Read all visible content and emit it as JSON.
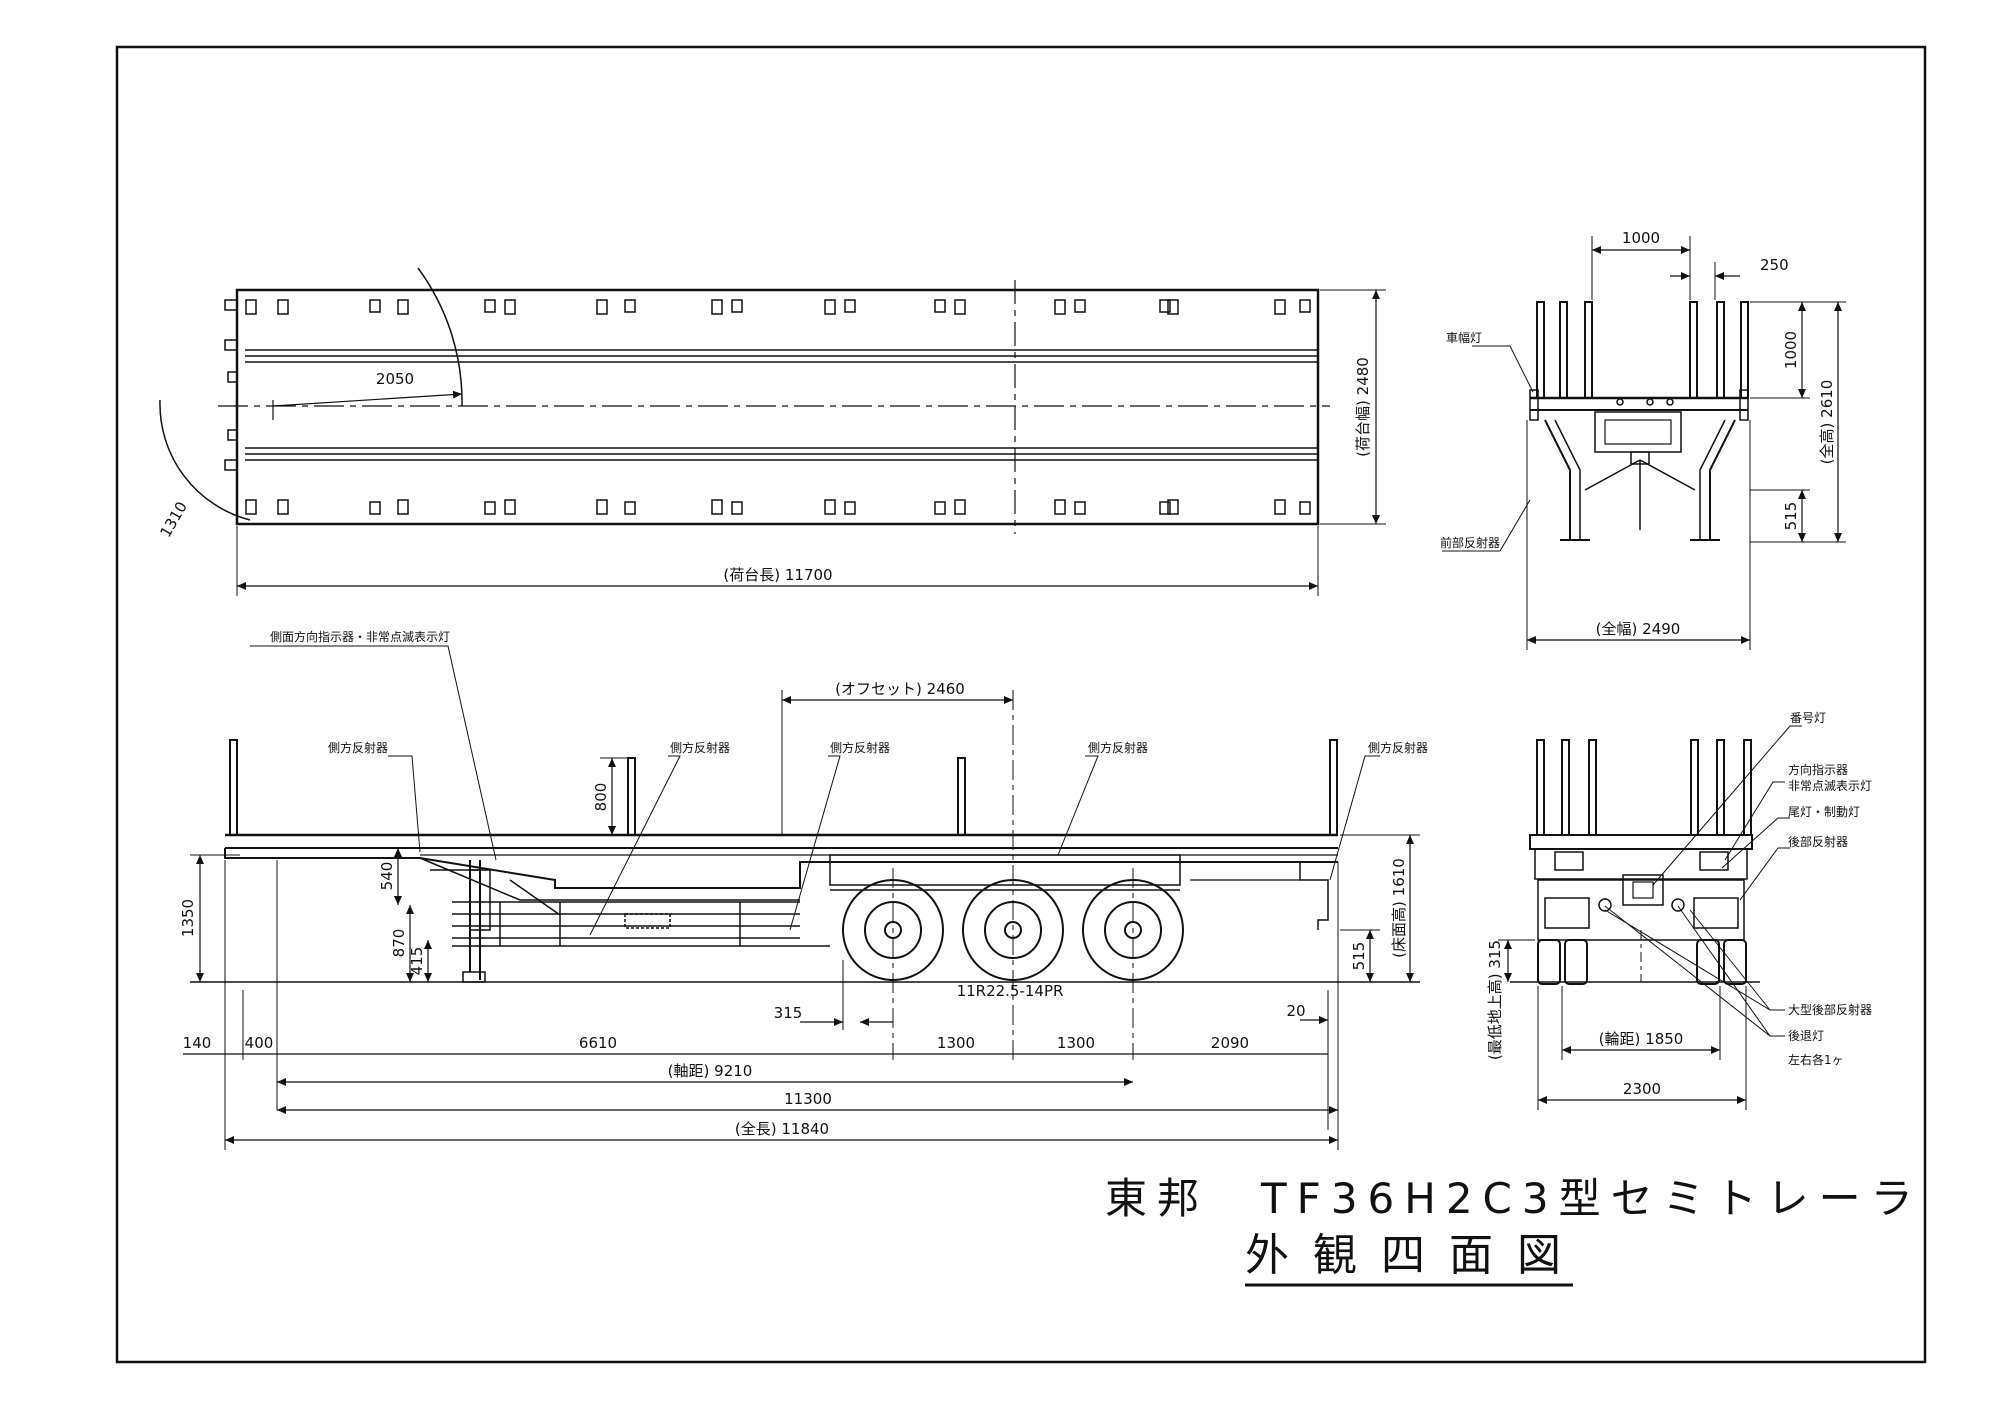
{
  "top_view": {
    "dim_2050": "2050",
    "dim_1310": "1310",
    "dim_width": "(荷台幅) 2480",
    "dim_length": "(荷台長) 11700"
  },
  "front_view": {
    "dim_1000_top": "1000",
    "dim_250": "250",
    "dim_1000_side": "1000",
    "dim_2610": "(全高) 2610",
    "dim_515": "515",
    "dim_2490": "(全幅) 2490",
    "label_width_lamp": "車幅灯",
    "label_front_reflector": "前部反射器"
  },
  "side_view": {
    "label_side_indicator": "側面方向指示器・非常点滅表示灯",
    "label_side_reflector": "側方反射器",
    "dim_offset": "(オフセット) 2460",
    "dim_800": "800",
    "dim_540": "540",
    "dim_1350": "1350",
    "dim_870": "870",
    "dim_415": "415",
    "dim_1610": "(床面高) 1610",
    "dim_515": "515",
    "tire": "11R22.5-14PR",
    "dim_315": "315",
    "dim_20": "20",
    "dim_140": "140",
    "dim_400": "400",
    "dim_6610": "6610",
    "dim_1300a": "1300",
    "dim_1300b": "1300",
    "dim_2090": "2090",
    "dim_9210": "(軸距) 9210",
    "dim_11300": "11300",
    "dim_11840": "(全長) 11840"
  },
  "rear_view": {
    "label_plate_lamp": "番号灯",
    "label_turn_signal": "方向指示器",
    "label_hazard": "非常点滅表示灯",
    "label_tail_brake": "尾灯・制動灯",
    "label_rear_reflector": "後部反射器",
    "label_large_reflector": "大型後部反射器",
    "label_reverse": "後退灯",
    "label_each_side": "左右各1ヶ",
    "dim_315_ground": "(最低地上高) 315",
    "dim_track": "(輪距) 1850",
    "dim_2300": "2300"
  },
  "title": {
    "line1": "東邦　TF36H2C3型セミトレーラ",
    "line2": "外観四面図"
  }
}
